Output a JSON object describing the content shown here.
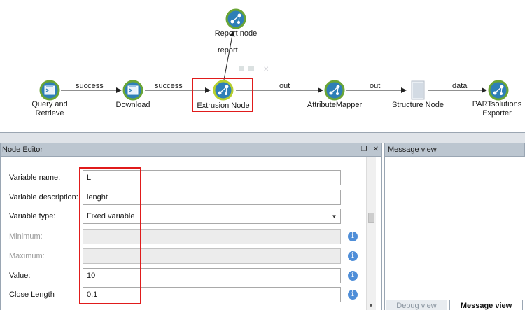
{
  "workflow": {
    "nodes": [
      {
        "id": "report",
        "label": "Report node"
      },
      {
        "id": "query",
        "label": "Query and\nRetrieve"
      },
      {
        "id": "download",
        "label": "Download"
      },
      {
        "id": "extrusion",
        "label": "Extrusion Node"
      },
      {
        "id": "attributemapper",
        "label": "AttributeMapper"
      },
      {
        "id": "structure",
        "label": "Structure Node"
      },
      {
        "id": "partsolutions",
        "label": "PARTsolutions\nExporter"
      }
    ],
    "edges": [
      {
        "label": "success"
      },
      {
        "label": "success"
      },
      {
        "label": "out"
      },
      {
        "label": "out"
      },
      {
        "label": "data"
      },
      {
        "label": "report"
      }
    ]
  },
  "node_editor": {
    "title": "Node Editor",
    "fields": [
      {
        "label": "Variable name:",
        "value": "L",
        "disabled": false
      },
      {
        "label": "Variable description:",
        "value": "lenght",
        "disabled": false
      },
      {
        "label": "Variable type:",
        "value": "Fixed variable",
        "disabled": false
      },
      {
        "label": "Minimum:",
        "value": "",
        "disabled": true
      },
      {
        "label": "Maximum:",
        "value": "",
        "disabled": true
      },
      {
        "label": "Value:",
        "value": "10",
        "disabled": false
      },
      {
        "label": "Close Length",
        "value": "0.1",
        "disabled": false
      }
    ]
  },
  "message_view": {
    "title": "Message view",
    "tabs": [
      {
        "label": "Debug view",
        "active": false
      },
      {
        "label": "Message view",
        "active": true
      }
    ]
  },
  "colors": {
    "node_ring": "#6aa535",
    "node_fill": "#2e7fb7",
    "highlight": "#e01b1b",
    "panel_header": "#bcc6d0",
    "info": "#4f8ed8"
  }
}
